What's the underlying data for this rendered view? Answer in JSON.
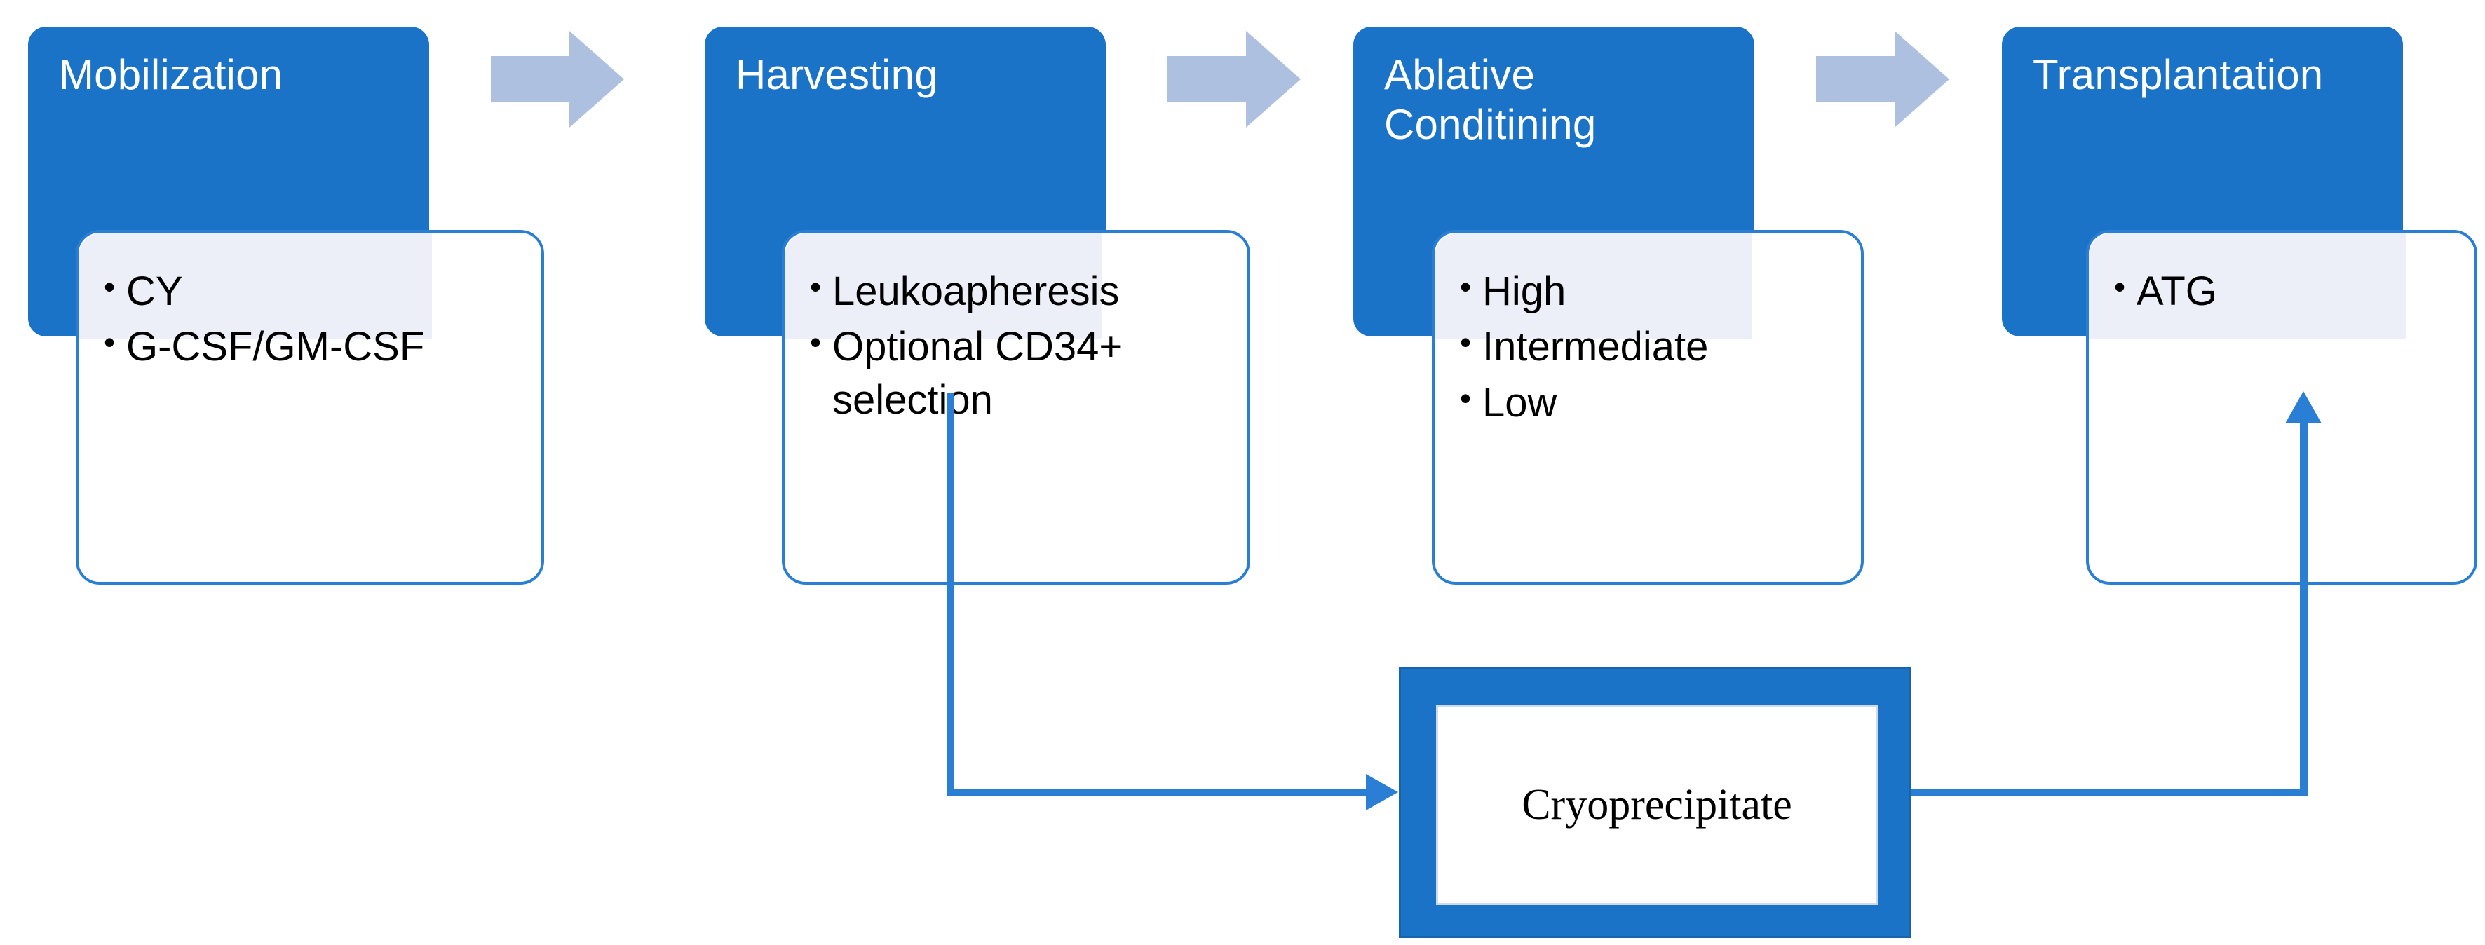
{
  "diagram": {
    "type": "process-flow",
    "title": "Autologous stem cell transplantation process flow",
    "colors": {
      "header_blue": "#1b73c8",
      "body_border_blue": "#2a7fd4",
      "body_fill": "#ffffff",
      "overlap_tint": "#eceff8",
      "chevron_arrow": "#aec0e0",
      "connector_blue": "#2a7fd4",
      "text_dark": "#000000",
      "text_light": "#ffffff"
    },
    "stages": [
      {
        "id": "mobilization",
        "title": "Mobilization",
        "bullets": [
          "CY",
          "G-CSF/GM-CSF"
        ]
      },
      {
        "id": "harvesting",
        "title": "Harvesting",
        "bullets": [
          "Leukoapheresis",
          "Optional CD34+ selection"
        ]
      },
      {
        "id": "ablative-conditining",
        "title": "Ablative\nConditining",
        "bullets": [
          "High",
          "Intermediate",
          "Low"
        ]
      },
      {
        "id": "transplantation",
        "title": "Transplantation",
        "bullets": [
          "ATG"
        ]
      }
    ],
    "chevrons": [
      {
        "id": "chevron-1",
        "from": "mobilization",
        "to": "harvesting"
      },
      {
        "id": "chevron-2",
        "from": "harvesting",
        "to": "ablative-conditining"
      },
      {
        "id": "chevron-3",
        "from": "ablative-conditining",
        "to": "transplantation"
      }
    ],
    "side_node": {
      "id": "cryoprecipitate",
      "label": "Cryoprecipitate"
    },
    "connectors": [
      {
        "id": "harvesting-to-cryoprecipitate",
        "from": "harvesting",
        "to": "cryoprecipitate",
        "arrow": "right"
      },
      {
        "id": "cryoprecipitate-to-transplantation",
        "from": "cryoprecipitate",
        "to": "transplantation",
        "arrow": "up"
      }
    ]
  }
}
